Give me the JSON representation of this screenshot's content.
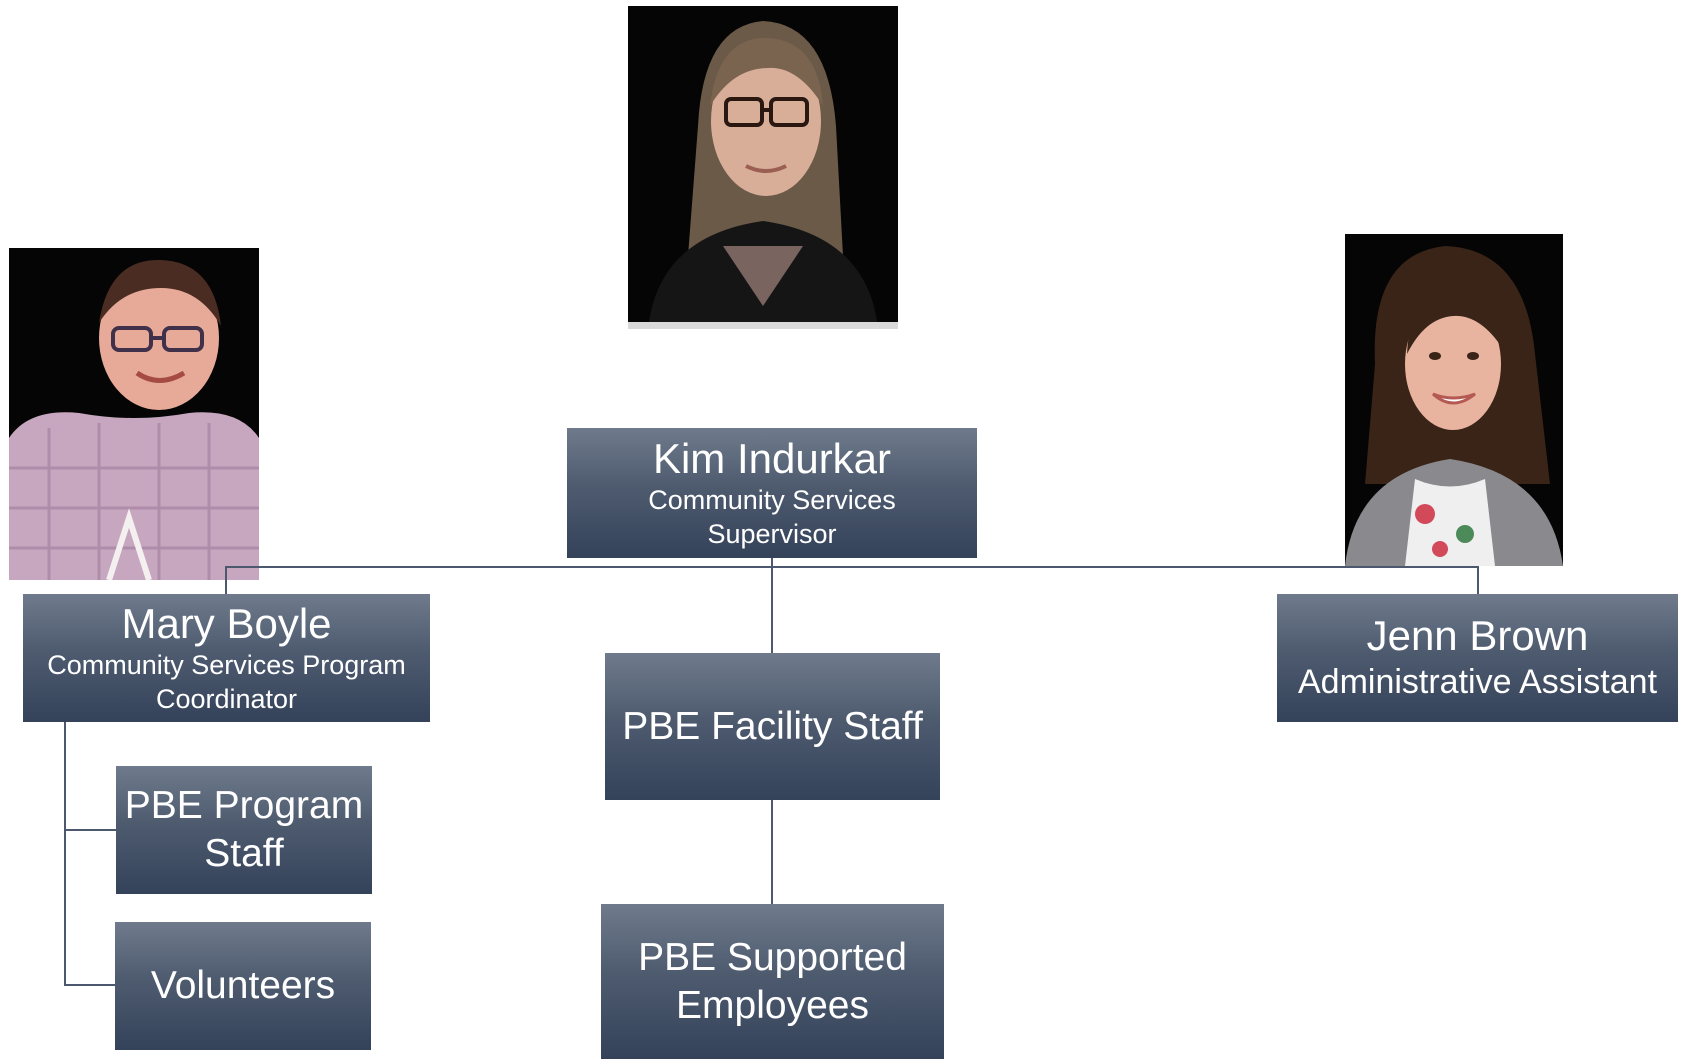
{
  "supervisor": {
    "name": "Kim Indurkar",
    "title_line1": "Community Services",
    "title_line2": "Supervisor"
  },
  "coordinator": {
    "name": "Mary Boyle",
    "title_line1": "Community Services Program",
    "title_line2": "Coordinator"
  },
  "assistant": {
    "name": "Jenn Brown",
    "title": "Administrative Assistant"
  },
  "units": {
    "facility_staff": "PBE Facility Staff",
    "supported_line1": "PBE Supported",
    "supported_line2": "Employees",
    "program_line1": "PBE Program",
    "program_line2": "Staff",
    "volunteers": "Volunteers"
  },
  "colors": {
    "box_top": "#6f7b8c",
    "box_bottom": "#34425a",
    "connector": "#4b586d"
  }
}
